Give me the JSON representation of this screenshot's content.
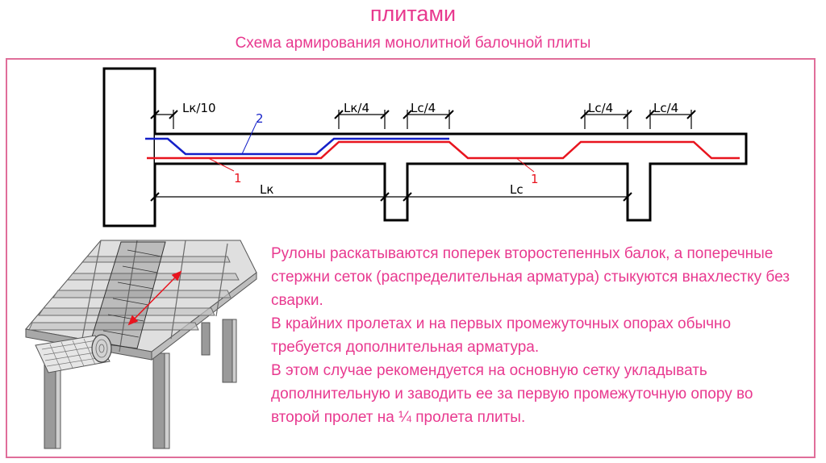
{
  "page": {
    "title": "плитами",
    "subtitle": "Схема армирования монолитной балочной плиты"
  },
  "diagram": {
    "dimensions": {
      "lk10": "Lк/10",
      "lk4": "Lк/4",
      "lc4_a": "Lc/4",
      "lc4_b": "Lc/4",
      "lc4_c": "Lc/4",
      "lk": "Lк",
      "lc": "Lc"
    },
    "rebar_labels": {
      "one_a": "1",
      "one_b": "1",
      "two": "2"
    }
  },
  "description": [
    "Рулоны раскатываются поперек второстепенных балок, а поперечные стержни сеток (распределительная арматура) стыкуются внахлестку без сварки.",
    "В крайних пролетах и на первых промежуточных опорах обычно требуется дополнительная арматура.",
    "В этом случае рекомендуется на основную сетку укладывать дополнительную и заводить ее за первую промежуточную опору во второй пролет на ¼ пролета плиты."
  ],
  "colors": {
    "accent": "#e8398f",
    "main_rebar": "#e8141e",
    "extra_rebar": "#1420c8"
  }
}
